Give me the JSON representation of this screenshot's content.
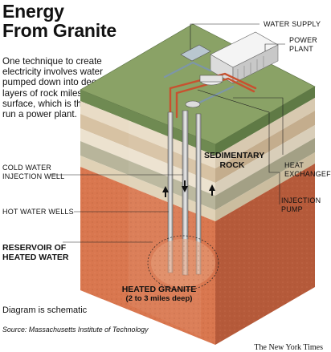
{
  "title": "Energy\nFrom Granite",
  "intro": "One technique to create electricity involves water pumped down into deep hot layers of rock miles below the surface, which is then used to run a power plant.",
  "labels": {
    "water_supply": "WATER SUPPLY",
    "power_plant": "POWER\nPLANT",
    "sedimentary_rock": "SEDIMENTARY\nROCK",
    "cold_water_injection_well": "COLD WATER\nINJECTION WELL",
    "heat_exchanger": "HEAT\nEXCHANGEF",
    "injection_pump": "INJECTION\nPUMP",
    "hot_water_wells": "HOT WATER WELLS",
    "reservoir": "RESERVOIR OF\nHEATED WATER",
    "heated_granite": "HEATED GRANITE",
    "heated_granite_depth": "(2 to 3 miles deep)"
  },
  "note": "Diagram is schematic",
  "source": "Source: Massachusetts Institute of Technology",
  "credit": "The New York Times",
  "colors": {
    "grass": "#8aa266",
    "grass_side": "#6f8a52",
    "sediment_light": "#e9dcc6",
    "sediment_tan": "#d7c2a3",
    "sediment_green": "#b8b59b",
    "granite": "#d9774f",
    "granite_dark": "#b55a3a",
    "pipe_red": "#c8512f"
  }
}
